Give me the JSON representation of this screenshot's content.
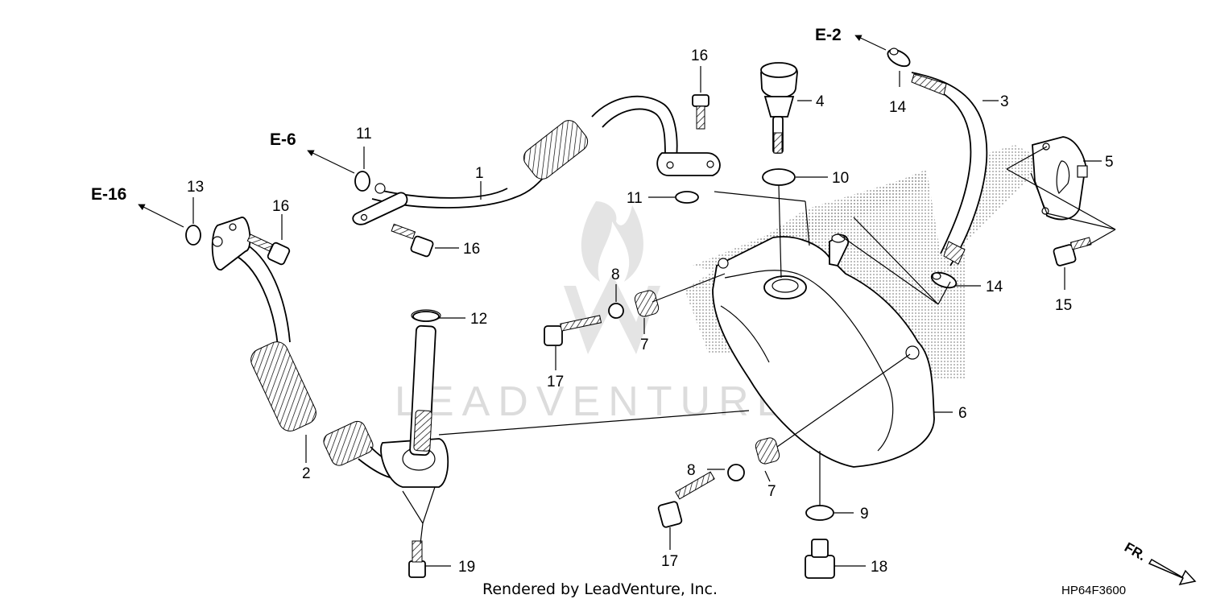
{
  "diagram": {
    "watermark_text": "LEADVENTURE",
    "footer_credit": "Rendered by LeadVenture, Inc.",
    "diagram_code": "HP64F3600",
    "direction_label": "FR.",
    "references": [
      {
        "id": "e2",
        "text": "E-2"
      },
      {
        "id": "e6",
        "text": "E-6"
      },
      {
        "id": "e16",
        "text": "E-16"
      }
    ],
    "callouts": [
      {
        "id": "c1",
        "number": "1"
      },
      {
        "id": "c2",
        "number": "2"
      },
      {
        "id": "c3",
        "number": "3"
      },
      {
        "id": "c4",
        "number": "4"
      },
      {
        "id": "c5",
        "number": "5"
      },
      {
        "id": "c6",
        "number": "6"
      },
      {
        "id": "c7a",
        "number": "7"
      },
      {
        "id": "c7b",
        "number": "7"
      },
      {
        "id": "c8a",
        "number": "8"
      },
      {
        "id": "c8b",
        "number": "8"
      },
      {
        "id": "c9",
        "number": "9"
      },
      {
        "id": "c10",
        "number": "10"
      },
      {
        "id": "c11a",
        "number": "11"
      },
      {
        "id": "c11b",
        "number": "11"
      },
      {
        "id": "c12",
        "number": "12"
      },
      {
        "id": "c13",
        "number": "13"
      },
      {
        "id": "c14a",
        "number": "14"
      },
      {
        "id": "c14b",
        "number": "14"
      },
      {
        "id": "c15",
        "number": "15"
      },
      {
        "id": "c16a",
        "number": "16"
      },
      {
        "id": "c16b",
        "number": "16"
      },
      {
        "id": "c16c",
        "number": "16"
      },
      {
        "id": "c17a",
        "number": "17"
      },
      {
        "id": "c17b",
        "number": "17"
      },
      {
        "id": "c18",
        "number": "18"
      },
      {
        "id": "c19",
        "number": "19"
      }
    ]
  }
}
